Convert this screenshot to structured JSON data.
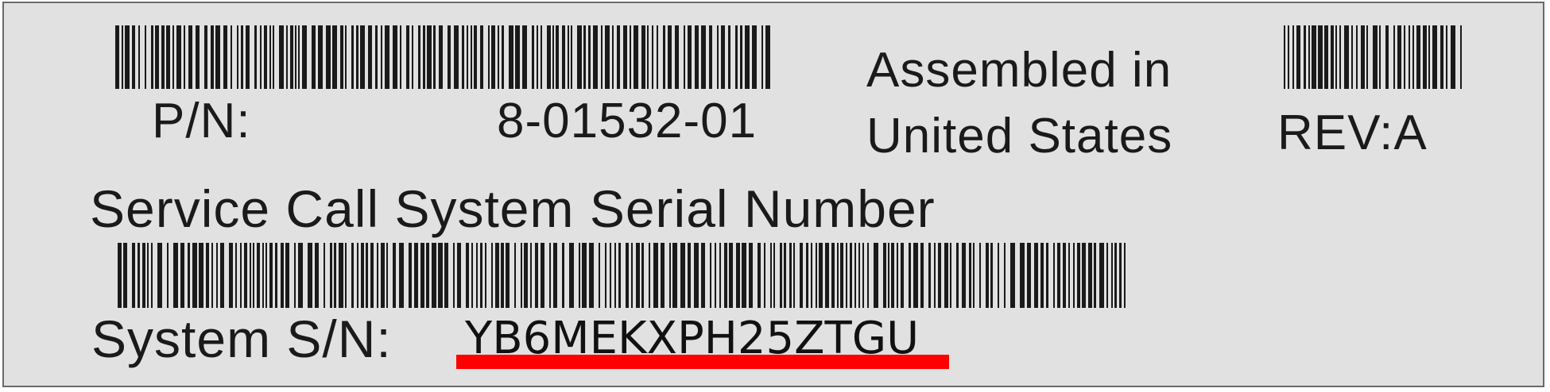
{
  "label": {
    "part_number": {
      "prefix": "P/N:",
      "value": "8-01532-01"
    },
    "assembly": {
      "line1": "Assembled in",
      "line2": "United States"
    },
    "revision": "REV:A",
    "service_title": "Service Call System Serial Number",
    "system_sn": {
      "prefix": "System S/N:",
      "value": "YB6MEKXPH25ZTGU"
    }
  },
  "colors": {
    "label_background": "#e1e1e1",
    "border": "#6a6a6a",
    "text": "#1a1a1a",
    "highlight_underline": "#ff0000"
  }
}
